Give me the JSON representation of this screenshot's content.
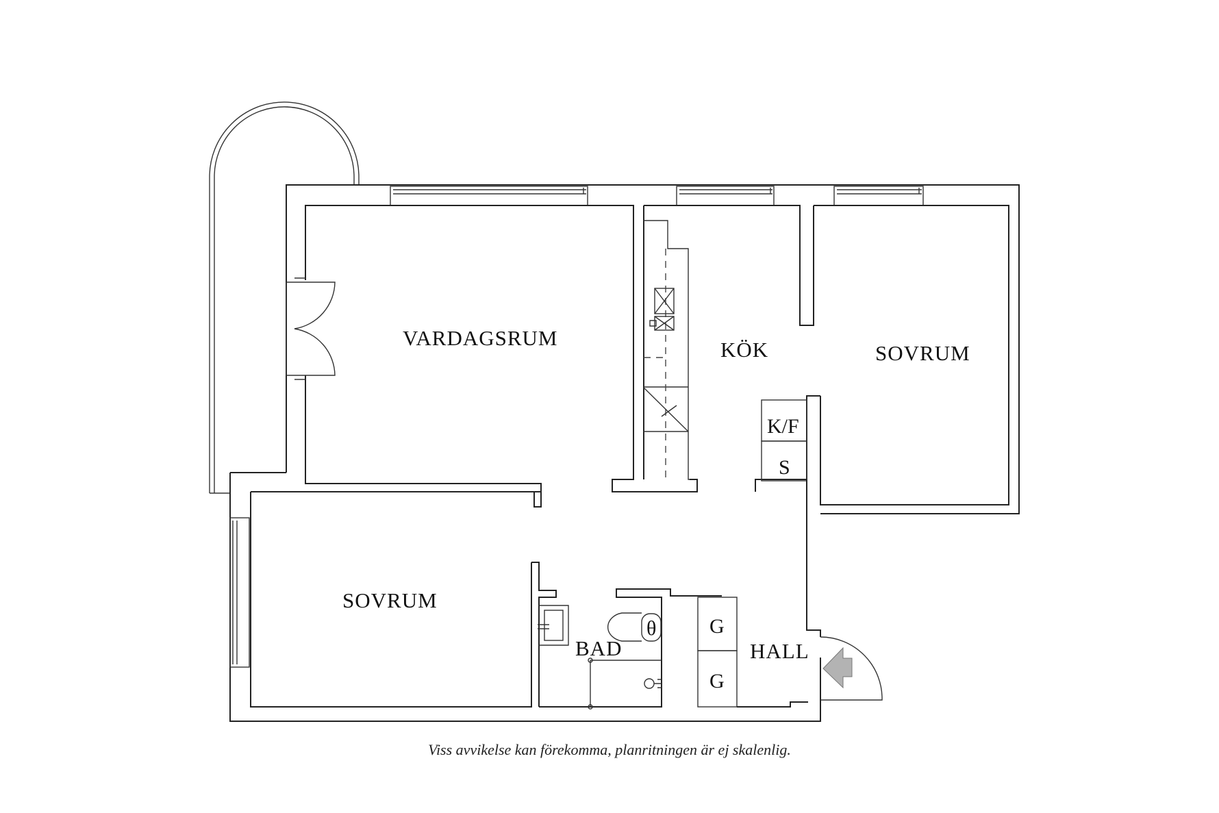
{
  "floorplan": {
    "rooms": [
      {
        "id": "vardagsrum",
        "label": "VARDAGSRUM"
      },
      {
        "id": "kok",
        "label": "KÖK"
      },
      {
        "id": "sovrum_1",
        "label": "SOVRUM"
      },
      {
        "id": "sovrum_2",
        "label": "SOVRUM"
      },
      {
        "id": "bad",
        "label": "BAD"
      },
      {
        "id": "hall",
        "label": "HALL"
      }
    ],
    "fixtures": {
      "kf": "K/F",
      "s": "S",
      "g1": "G",
      "g2": "G",
      "toilet_symbol": "θ"
    },
    "entrance_arrow_color": "#b3b3b3",
    "line_color": "#222222"
  },
  "caption": "Viss avvikelse kan förekomma, planritningen är ej skalenlig."
}
